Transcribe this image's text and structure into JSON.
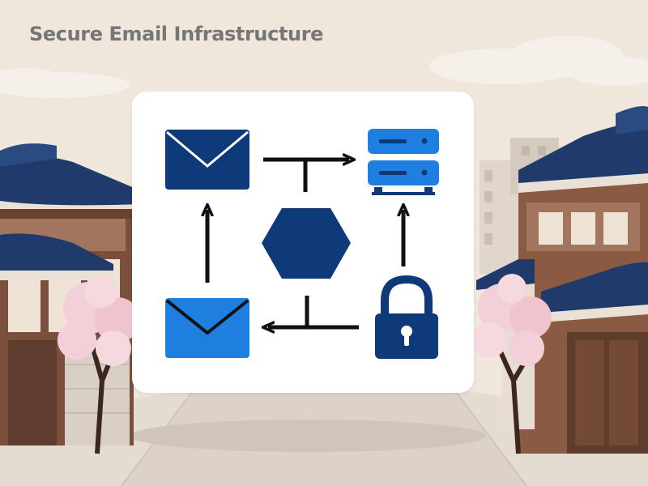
{
  "title": "Secure Email Infrastructure",
  "diagram": {
    "nodes": [
      {
        "id": "email-sender",
        "icon": "envelope-closed-icon",
        "color": "#0e3a7a"
      },
      {
        "id": "mail-server",
        "icon": "server-stack-icon",
        "color": "#1e7fe0"
      },
      {
        "id": "gateway",
        "icon": "hexagon-icon",
        "color": "#0e3a7a"
      },
      {
        "id": "email-recipient",
        "icon": "envelope-open-icon",
        "color": "#1e7fe0"
      },
      {
        "id": "encryption",
        "icon": "padlock-icon",
        "color": "#0e3a7a"
      }
    ],
    "edges": [
      {
        "from": "email-sender",
        "to": "mail-server"
      },
      {
        "from": "encryption",
        "to": "mail-server"
      },
      {
        "from": "encryption",
        "to": "email-recipient"
      },
      {
        "from": "email-recipient",
        "to": "email-sender"
      }
    ]
  },
  "colors": {
    "navy": "#0e3a7a",
    "blue": "#1e7fe0",
    "arrow": "#111111",
    "background": "#efe6dc",
    "card": "#ffffff"
  }
}
